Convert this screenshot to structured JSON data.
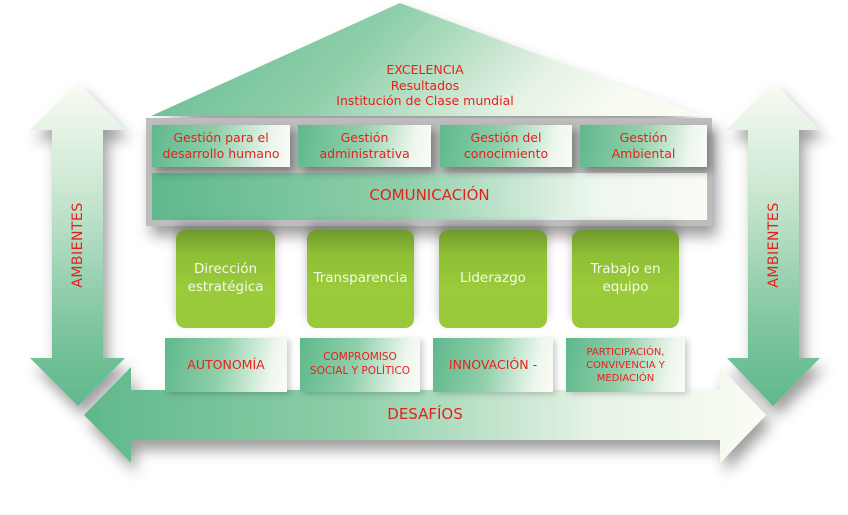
{
  "roof": {
    "lines": [
      "EXCELENCIA",
      "Resultados",
      "Institución de Clase mundial"
    ]
  },
  "management_boxes": [
    {
      "label": "Gestión para el desarrollo humano"
    },
    {
      "label": "Gestión administrativa"
    },
    {
      "label": "Gestión del conocimiento"
    },
    {
      "label": "Gestión Ambiental"
    }
  ],
  "communication_bar": {
    "label": "COMUNICACIÓN"
  },
  "pillars": [
    {
      "label": "Dirección estratégica"
    },
    {
      "label": "Transparencia"
    },
    {
      "label": "Liderazgo"
    },
    {
      "label": "Trabajo en equipo"
    }
  ],
  "values_boxes": [
    {
      "label": "AUTONOMÍA"
    },
    {
      "label": "COMPROMISO SOCIAL Y POLÍTICO"
    },
    {
      "label": "INNOVACIÓN -"
    },
    {
      "label": "PARTICIPACIÓN, CONVIVENCIA Y MEDIACIÓN"
    }
  ],
  "base_arrow": {
    "label": "DESAFÍOS"
  },
  "side_arrows": {
    "left": {
      "label": "AMBIENTES"
    },
    "right": {
      "label": "AMBIENTES"
    }
  },
  "colors": {
    "text_accent": "#e8201c",
    "green_dark": "#5fb88c",
    "green_light": "#f8fbf2",
    "pillar_green": "#98c93a"
  }
}
